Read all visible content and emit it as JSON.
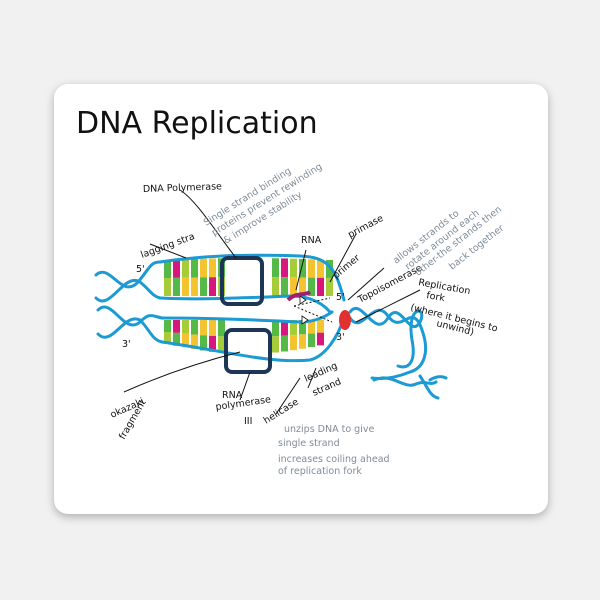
{
  "title": "DNA Replication",
  "colors": {
    "backbone": "#1b9ad3",
    "yellow": "#f4c430",
    "green": "#55b947",
    "magenta": "#d6177c",
    "lime": "#a7cc3a",
    "enzyme": "#1d3557",
    "enzyme_fill": "#224a78",
    "topo": "#e0302f",
    "annotation": "#7f8c97"
  },
  "labels": {
    "dna_polymerase": "DNA Polymerase",
    "lagging_strand": "lagging stra",
    "rna": "RNA",
    "primase": "primase",
    "primer": "primer",
    "topoisomerase": "Topoisomerase",
    "replication_fork_1": "Replication",
    "replication_fork_2": "fork",
    "replication_fork_3": "(where it begins to",
    "replication_fork_4": "unwind)",
    "okazaki_1": "okazaki",
    "okazaki_2": "fragment",
    "rna_pol_1": "RNA",
    "rna_pol_2": "polymerase",
    "rna_pol_3": "III",
    "helicase": "helicase",
    "leading_1": "leading",
    "leading_2": "strand",
    "five_prime": "5'",
    "three_prime": "3'"
  },
  "notes": {
    "ssb_1": "Single strand binding",
    "ssb_2": "proteins prevent rewinding",
    "ssb_3": "& improve stability",
    "topo_1": "allows strands to",
    "topo_2": "rotate around each",
    "topo_3": "other-the strands then",
    "topo_4": "back together",
    "helicase_1": "unzips DNA to give",
    "helicase_2": "single strand",
    "helicase_3": "increases coiling ahead",
    "helicase_4": "of replication fork"
  }
}
